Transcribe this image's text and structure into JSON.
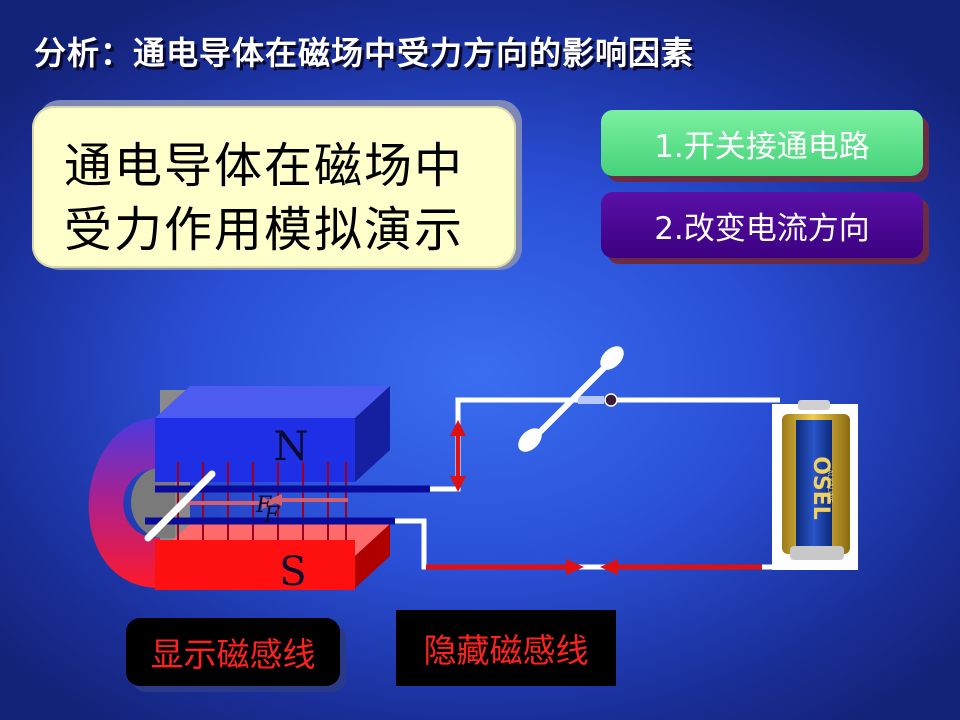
{
  "title": "分析：通电导体在磁场中受力方向的影响因素",
  "sim_card": {
    "line1": "通电导体在磁场中",
    "line2": "受力作用模拟演示"
  },
  "buttons": {
    "close_switch": "1.开关接通电路",
    "reverse_current": "2.改变电流方向",
    "show_field_lines": "显示磁感线",
    "hide_field_lines": "隐藏磁感线"
  },
  "magnet": {
    "north_label": "N",
    "south_label": "S"
  },
  "force_label": "F",
  "battery": {
    "brand": "OSEL",
    "subtext": "ALKALINE"
  },
  "colors": {
    "north_pole": "#1f2fe6",
    "south_pole": "#ff1010",
    "btn_green": "#55dd88",
    "btn_purple": "#4a0a90",
    "control_text": "#ff2020"
  }
}
